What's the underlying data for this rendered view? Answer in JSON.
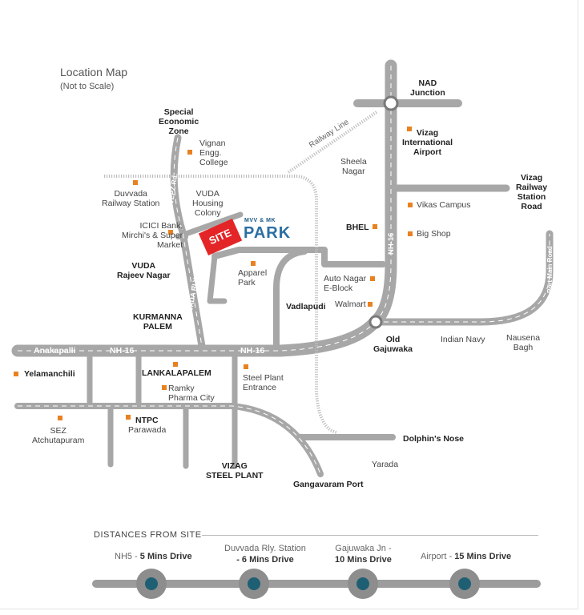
{
  "map": {
    "title": "Location Map",
    "subtitle": "(Not to Scale)",
    "site_label": "SITE",
    "brand_small": "MVV & MK",
    "brand_name": "PARK",
    "roads": {
      "anakapalli": "Anakapalli",
      "nh16_left": "NH-16",
      "nh16_mid": "NH-16",
      "nh16_vertical": "NH-16",
      "vepz_rd": "VEPZ Rd.",
      "duvvada_rly_stn_rd": "DUVVADA RLY. STN. RD.",
      "port_main_road": "Port Main Road",
      "railway_line": "Railway Line"
    },
    "places": {
      "nad_junction": "NAD\nJunction",
      "sez_top": "Special\nEconomic\nZone",
      "vignan": "Vignan\nEngg.\nCollege",
      "vizag_airport": "Vizag\nInternational\nAirport",
      "sheela_nagar": "Sheela\nNagar",
      "vizag_rly_station_road": "Vizag\nRailway\nStation\nRoad",
      "duvvada_rly_station": "Duvvada\nRailway Station",
      "vuda_housing": "VUDA\nHousing\nColony",
      "vikas_campus": "Vikas Campus",
      "icici": "ICICI Bank,\nMirchi's & Super\nMarket",
      "bhel": "BHEL",
      "big_shop": "Big Shop",
      "vuda_rajeev_nagar": "VUDA\nRajeev Nagar",
      "apparel_park": "Apparel\nPark",
      "auto_nagar": "Auto Nagar\nE-Block",
      "walmart": "Walmart",
      "vadlapudi": "Vadlapudi",
      "kurmanna_palem": "KURMANNA\nPALEM",
      "old_gajuwaka": "Old\nGajuwaka",
      "indian_navy": "Indian Navy",
      "nausena_bagh": "Nausena\nBagh",
      "yelamanchili": "Yelamanchili",
      "lankalapalem": "LANKALAPALEM",
      "steel_plant_entrance": "Steel Plant\nEntrance",
      "ramky": "Ramky\nPharma City",
      "sez_atchutapuram": "SEZ\nAtchutapuram",
      "ntpc": "NTPC",
      "parawada": "Parawada",
      "dolphins_nose": "Dolphin's Nose",
      "yarada": "Yarada",
      "vizag_steel_plant": "VIZAG\nSTEEL PLANT",
      "gangavaram_port": "Gangavaram Port"
    },
    "colors": {
      "road": "#a7a7a7",
      "marker": "#e8811f",
      "site": "#e42527",
      "brand": "#2b6fa3"
    }
  },
  "distances": {
    "heading": "DISTANCES FROM SITE",
    "items": [
      {
        "place": "NH5 - ",
        "time": "5 Mins Drive"
      },
      {
        "place": "Duvvada Rly. Station",
        "time": "- 6 Mins Drive"
      },
      {
        "place": "Gajuwaka Jn -",
        "time": "10 Mins Drive"
      },
      {
        "place": "Airport - ",
        "time": "15 Mins Drive"
      }
    ]
  }
}
